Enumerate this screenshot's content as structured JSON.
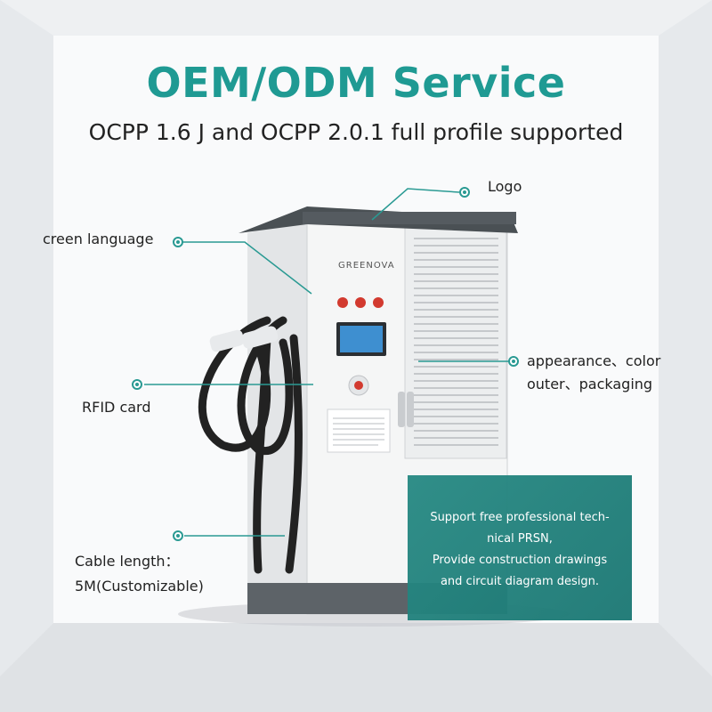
{
  "header": {
    "title": "OEM/ODM Service",
    "subtitle": "OCPP 1.6 J and OCPP 2.0.1 full profile supported"
  },
  "callouts": {
    "logo": "Logo",
    "screen": "creen language",
    "appearance_line1": "appearance、color",
    "appearance_line2": "outer、packaging",
    "rfid": "RFID card",
    "cable_line1": "Cable length：",
    "cable_line2": "5M(Customizable)"
  },
  "charger": {
    "brand": "GREENOVA"
  },
  "info_box": {
    "line1": "Support free professional tech-",
    "line2": "nical PRSN,",
    "line3": "Provide construction drawings",
    "line4": "and circuit diagram design."
  },
  "colors": {
    "accent": "#1f9a93",
    "callout": "#2a9a93",
    "box": "#237f7a"
  }
}
